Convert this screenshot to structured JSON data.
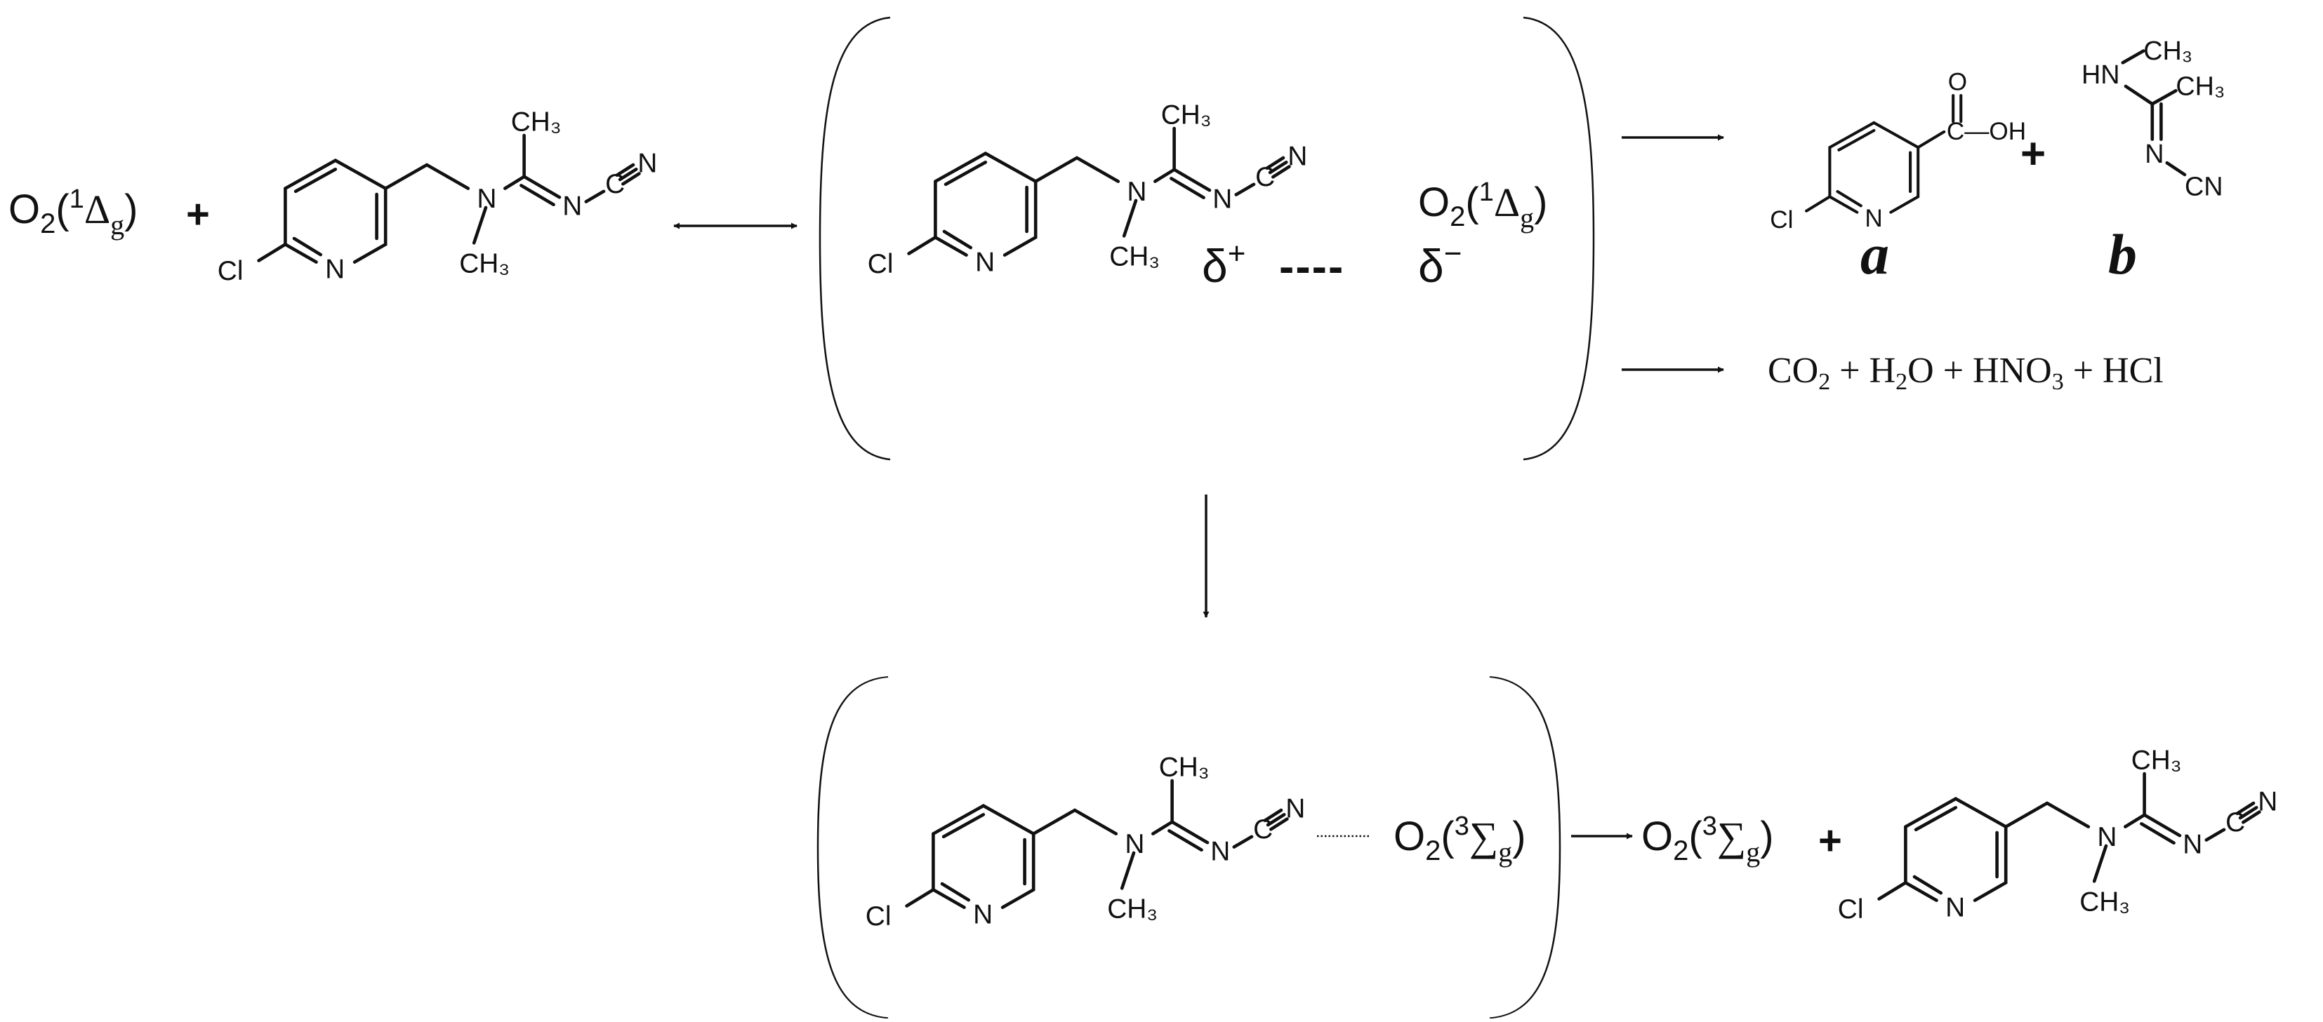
{
  "molecule": {
    "ring_atoms": {
      "cl": "Cl",
      "n": "N"
    },
    "amine_n": "N",
    "methyl_top": "CH₃",
    "methyl_bottom": "CH₃",
    "imine_n": "N",
    "cyano_c": "C",
    "cyano_n": "N"
  },
  "reactant": {
    "oxygen": {
      "base": "O",
      "sub": "2",
      "open": "(",
      "sup": "1",
      "term": "Δ",
      "term_sub": "g",
      "close": ")"
    },
    "plus": "+"
  },
  "complex_top": {
    "oxygen": {
      "base": "O",
      "sub": "2",
      "open": "(",
      "sup": "1",
      "term": "Δ",
      "term_sub": "g",
      "close": ")"
    },
    "delta_plus": "δ+",
    "delta_minus": "δ−",
    "dash": "----"
  },
  "products": {
    "a_atoms": {
      "cl": "Cl",
      "n": "N",
      "carbonyl_o": "O",
      "cooh": "C—OH"
    },
    "a_label": "a",
    "plus": "+",
    "b_atoms": {
      "hn": "HN",
      "ch3_top": "CH₃",
      "ch3_right": "CH₃",
      "n": "N",
      "cn": "CN"
    },
    "b_label": "b",
    "mineral": "CO₂ + H₂O + HNO₃ + HCl"
  },
  "complex_bottom": {
    "oxygen": {
      "base": "O",
      "sub": "2",
      "open": "(",
      "sup": "3",
      "term": "∑",
      "term_sub": "g",
      "close": ")"
    },
    "dots": "·········"
  },
  "final": {
    "oxygen": {
      "base": "O",
      "sub": "2",
      "open": "(",
      "sup": "3",
      "term": "∑",
      "term_sub": "g",
      "close": ")"
    },
    "plus": "+"
  }
}
